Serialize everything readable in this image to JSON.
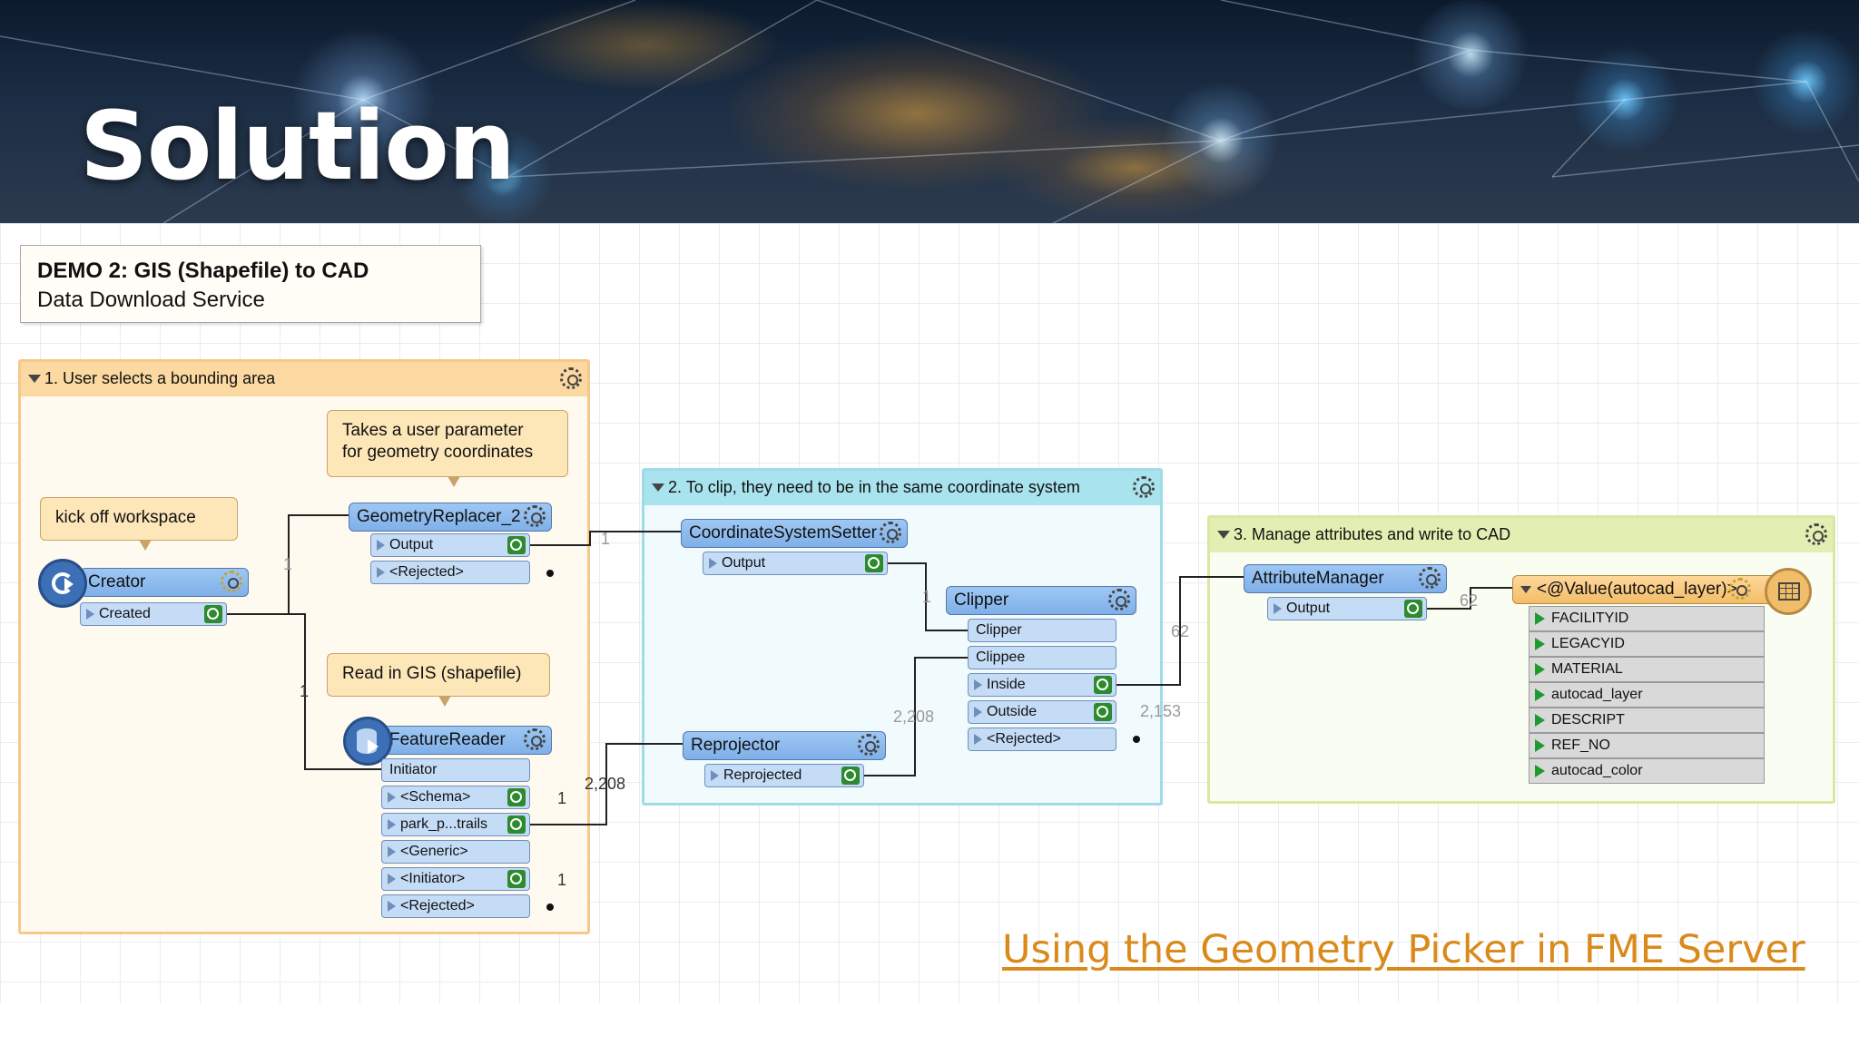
{
  "slide": {
    "title": "Solution",
    "link_text": "Using the Geometry Picker in FME Server"
  },
  "colors": {
    "accent_link": "#d98a1a",
    "bookmark_orange": "#f6c98a",
    "bookmark_blue": "#9fdce8",
    "bookmark_green": "#d8e8a2",
    "transformer_blue": "#8fbcf0",
    "writer_orange": "#f6c47a"
  },
  "workspace": {
    "demo_label": {
      "title": "DEMO 2: GIS (Shapefile) to CAD",
      "subtitle": "Data Download Service"
    },
    "bookmarks": [
      {
        "title": "1. User selects a bounding area"
      },
      {
        "title": "2. To clip, they need to be in the same coordinate system"
      },
      {
        "title": "3. Manage attributes and write to CAD"
      }
    ],
    "annotations": {
      "kickoff": "kick off workspace",
      "user_param_line1": "Takes a user parameter",
      "user_param_line2": "for geometry coordinates",
      "read_gis": "Read in GIS (shapefile)"
    },
    "creator": {
      "name": "Creator",
      "output": "Created",
      "icon": "creator-icon"
    },
    "geometry_replacer": {
      "name": "GeometryReplacer_2",
      "output": "Output",
      "rejected": "<Rejected>"
    },
    "feature_reader": {
      "name": "FeatureReader",
      "icon": "feature-reader-icon",
      "input": "Initiator",
      "ports": [
        "<Schema>",
        "park_p...trails",
        "<Generic>",
        "<Initiator>",
        "<Rejected>"
      ]
    },
    "coord_setter": {
      "name": "CoordinateSystemSetter",
      "output": "Output"
    },
    "reprojector": {
      "name": "Reprojector",
      "output": "Reprojected"
    },
    "clipper": {
      "name": "Clipper",
      "inputs": [
        "Clipper",
        "Clippee"
      ],
      "outputs": [
        "Inside",
        "Outside",
        "<Rejected>"
      ]
    },
    "attribute_manager": {
      "name": "AttributeManager",
      "output": "Output"
    },
    "writer": {
      "name": "<@Value(autocad_layer)>",
      "icon": "table-icon",
      "attributes": [
        "FACILITYID",
        "LEGACYID",
        "MATERIAL",
        "autocad_layer",
        "DESCRIPT",
        "REF_NO",
        "autocad_color"
      ]
    },
    "link_counts": {
      "creator_to_geom": "1",
      "creator_to_reader": "1",
      "geom_to_coord": "1",
      "coord_to_clipper": "1",
      "schema": "1",
      "reader_out": "2,208",
      "initiator": "1",
      "reproj_to_clippee": "2,208",
      "inside": "62",
      "outside": "2,153",
      "attr_out": "62"
    }
  }
}
